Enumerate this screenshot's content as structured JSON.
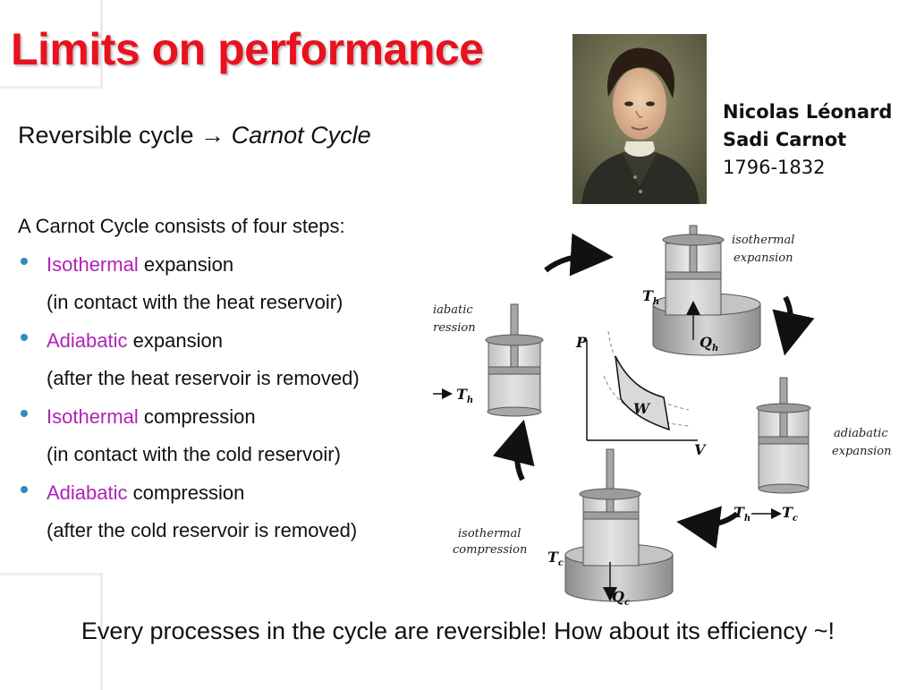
{
  "slide": {
    "title": "Limits on performance",
    "subtitle_prefix": "Reversible cycle ",
    "subtitle_arrow": "→",
    "subtitle_em": "Carnot Cycle",
    "portrait_caption": {
      "line1": "Nicolas Léonard",
      "line2": "Sadi Carnot",
      "line3": "1796-1832"
    },
    "intro": "A Carnot Cycle consists of four steps:",
    "steps": [
      {
        "highlight": "Isothermal",
        "rest": " expansion",
        "detail": "(in contact with the heat reservoir)"
      },
      {
        "highlight": "Adiabatic",
        "rest": " expansion",
        "detail": "(after the heat reservoir is removed)"
      },
      {
        "highlight": "Isothermal",
        "rest": " compression",
        "detail": "(in contact with the cold reservoir)"
      },
      {
        "highlight": "Adiabatic",
        "rest": " compression",
        "detail": "(after the cold reservoir is removed)"
      }
    ],
    "footer": "Every processes in the cycle are reversible! How about its efficiency ~!",
    "colors": {
      "title": "#e8121e",
      "highlight": "#b023b8",
      "bullet": "#2e8bbd"
    }
  },
  "diagram": {
    "labels": {
      "iso_exp_1": "isothermal",
      "iso_exp_2": "expansion",
      "adia_exp_1": "adiabatic",
      "adia_exp_2": "expansion",
      "iso_comp_1": "isothermal",
      "iso_comp_2": "compression",
      "adia_comp_1": "iabatic",
      "adia_comp_2": "ression",
      "th": "T",
      "th_sub": "h",
      "tc": "T",
      "tc_sub": "c",
      "qh": "Q",
      "qh_sub": "h",
      "qc": "Q",
      "qc_sub": "c",
      "p_axis": "P",
      "v_axis": "V",
      "work": "W"
    }
  }
}
